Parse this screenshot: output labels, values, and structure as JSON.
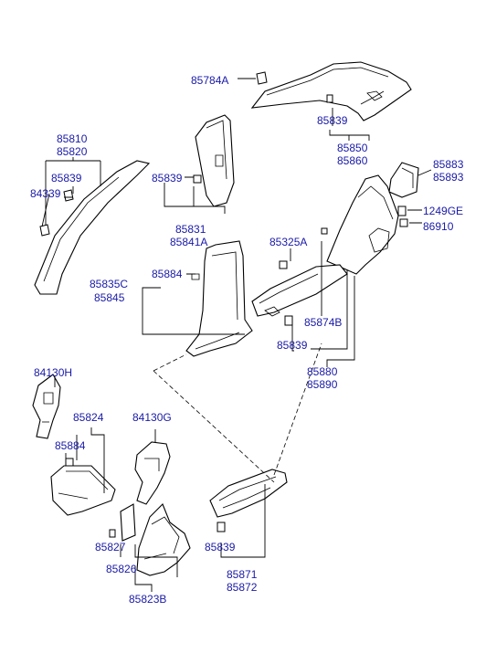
{
  "colors": {
    "label": "#1a1aa8",
    "line": "#000000",
    "background": "#ffffff"
  },
  "labels": {
    "l85784A": "85784A",
    "l85839_top": "85839",
    "l85850": "85850",
    "l85860": "85860",
    "l85810": "85810",
    "l85820": "85820",
    "l85839_apillar": "85839",
    "l84339": "84339",
    "l85839_bpillar": "85839",
    "l85831": "85831",
    "l85841A": "85841A",
    "l85883": "85883",
    "l85893": "85893",
    "l1249GE": "1249GE",
    "l86910": "86910",
    "l85325A": "85325A",
    "l85835C": "85835C",
    "l85845": "85845",
    "l85884_b": "85884",
    "l85874B": "85874B",
    "l85839_rear": "85839",
    "l85880": "85880",
    "l85890": "85890",
    "l84130H": "84130H",
    "l85824": "85824",
    "l84130G": "84130G",
    "l85884_k": "85884",
    "l85827": "85827",
    "l85826": "85826",
    "l85823B": "85823B",
    "l85839_sill": "85839",
    "l85871": "85871",
    "l85872": "85872"
  }
}
